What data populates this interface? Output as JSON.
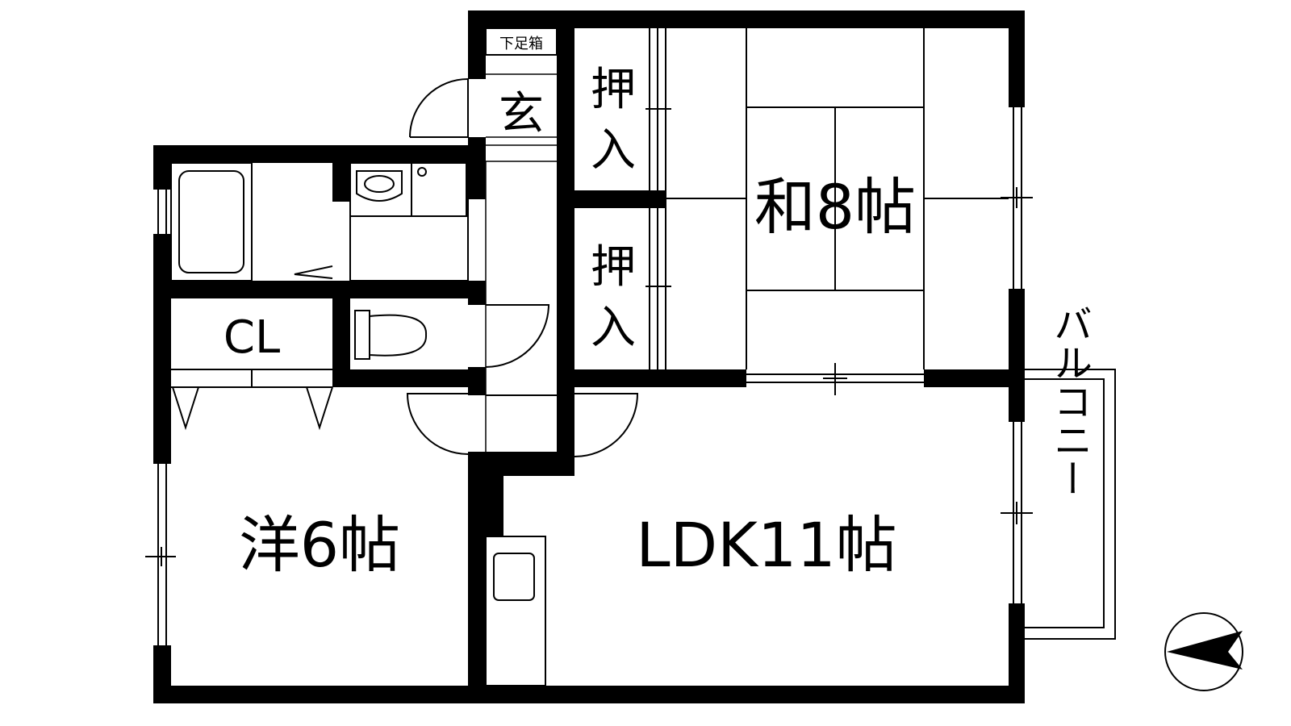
{
  "labels": {
    "washitsu": "和8帖",
    "yoshitsu": "洋6帖",
    "ldk": "LDK11帖",
    "oshiire_upper_1": "押",
    "oshiire_upper_2": "入",
    "oshiire_lower_1": "押",
    "oshiire_lower_2": "入",
    "genkan": "玄",
    "getabako": "下足箱",
    "closet": "CL",
    "balcony": "バルコニー"
  },
  "colors": {
    "wall": "#000000",
    "background": "#ffffff"
  },
  "icons": [
    "bathtub-icon",
    "washbasin-icon",
    "toilet-icon",
    "kitchen-sink-icon",
    "compass-icon"
  ]
}
